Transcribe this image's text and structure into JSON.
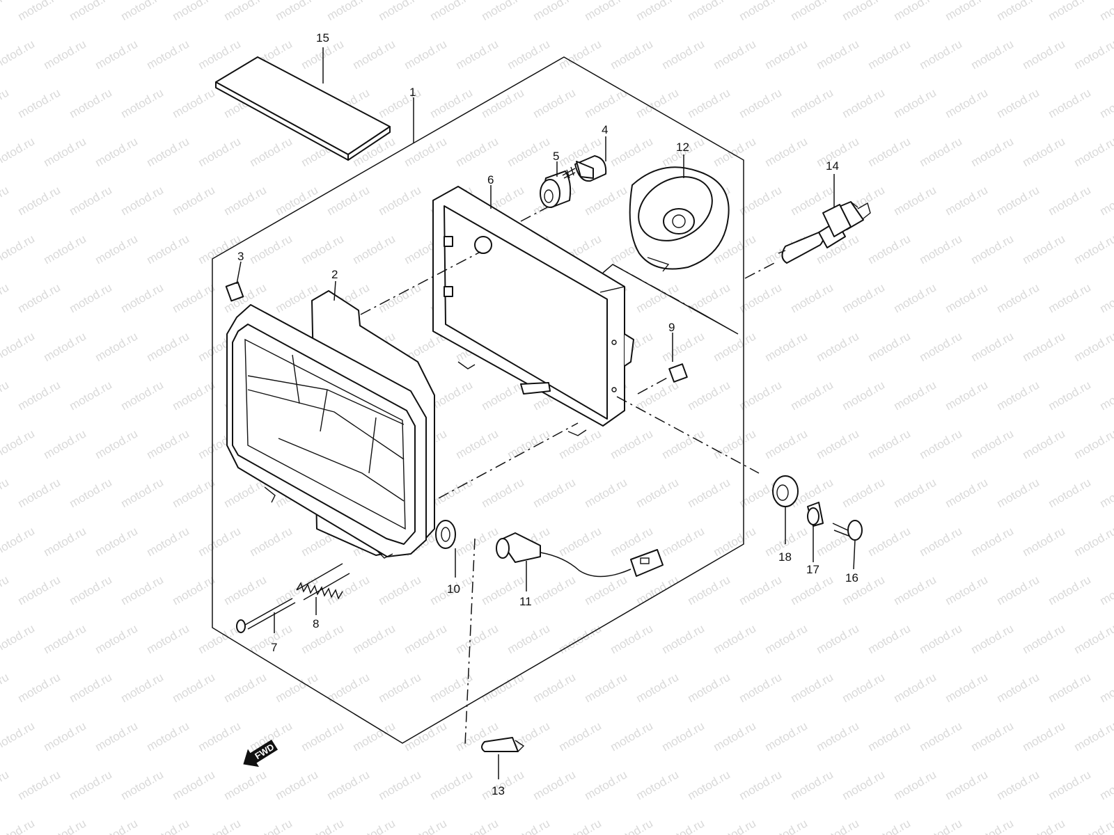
{
  "watermark": "motod.ru",
  "fwd_label": "FWD",
  "callouts": [
    {
      "id": "1",
      "label": "1"
    },
    {
      "id": "2",
      "label": "2"
    },
    {
      "id": "3",
      "label": "3"
    },
    {
      "id": "4",
      "label": "4"
    },
    {
      "id": "5",
      "label": "5"
    },
    {
      "id": "6",
      "label": "6"
    },
    {
      "id": "7",
      "label": "7"
    },
    {
      "id": "8",
      "label": "8"
    },
    {
      "id": "9",
      "label": "9"
    },
    {
      "id": "10",
      "label": "10"
    },
    {
      "id": "11",
      "label": "11"
    },
    {
      "id": "12",
      "label": "12"
    },
    {
      "id": "13",
      "label": "13"
    },
    {
      "id": "14",
      "label": "14"
    },
    {
      "id": "15",
      "label": "15"
    },
    {
      "id": "16",
      "label": "16"
    },
    {
      "id": "17",
      "label": "17"
    },
    {
      "id": "18",
      "label": "18"
    }
  ]
}
